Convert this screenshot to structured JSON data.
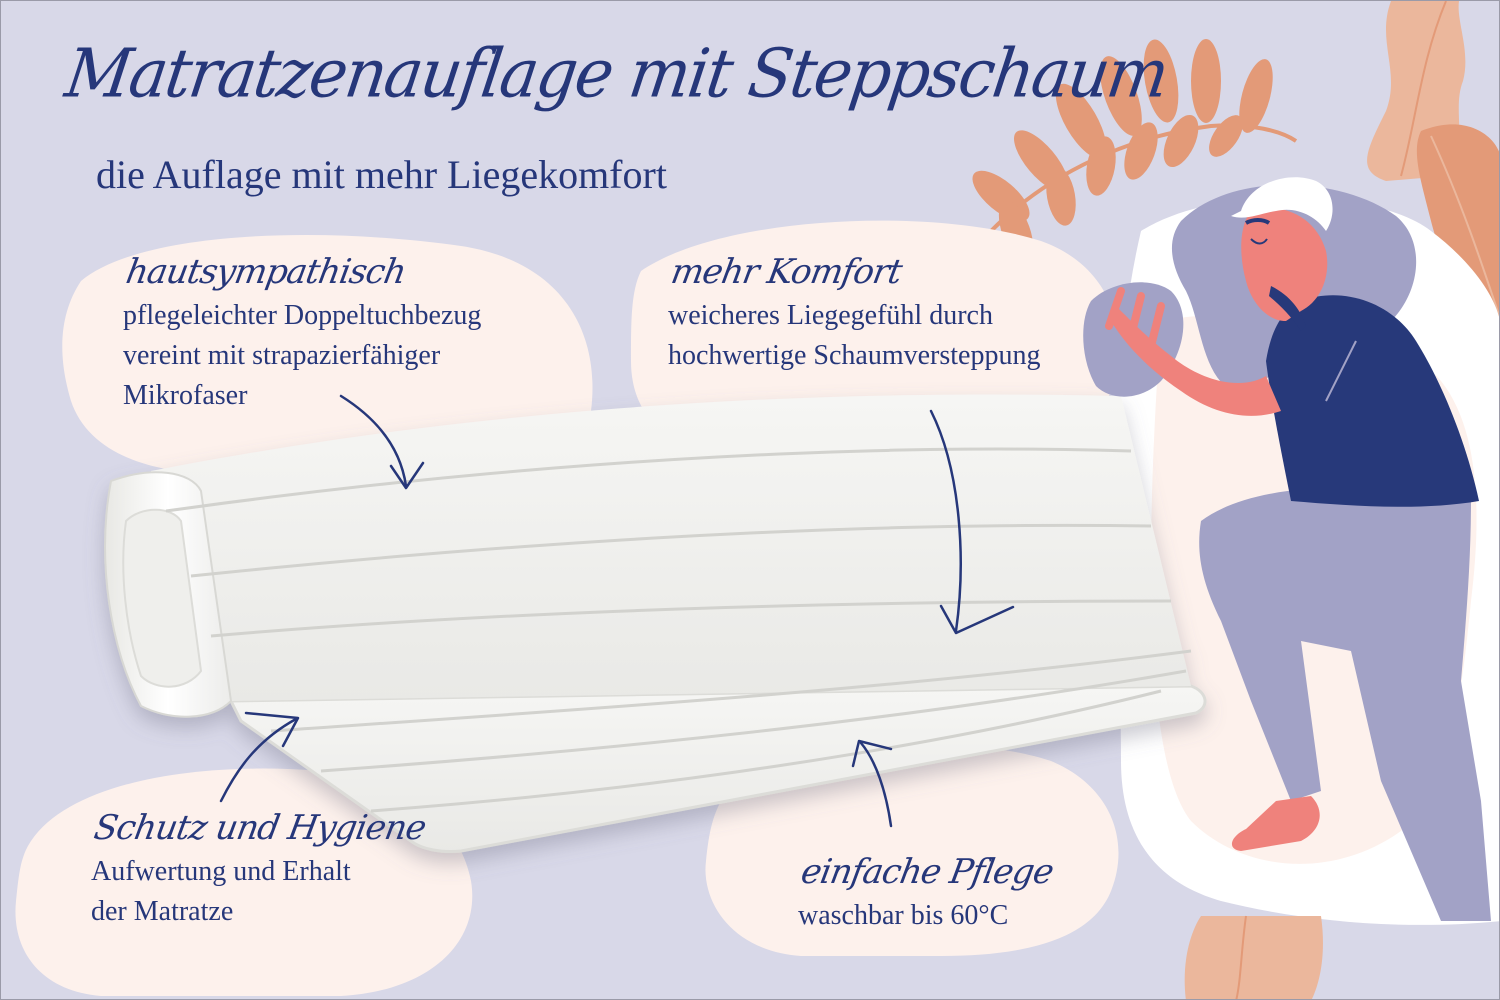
{
  "header": {
    "title": "Matratzenauflage mit Steppschaum",
    "subtitle": "die Auflage mit mehr Liegekomfort"
  },
  "callouts": [
    {
      "id": "hautsympathisch",
      "heading": "hautsympathisch",
      "lines": [
        "pflegeleichter Doppeltuchbezug",
        "vereint mit strapazierfähiger",
        "Mikrofaser"
      ]
    },
    {
      "id": "mehr-komfort",
      "heading": "mehr Komfort",
      "lines": [
        "weicheres Liegegefühl durch",
        "hochwertige Schaumversteppung"
      ]
    },
    {
      "id": "schutz-hygiene",
      "heading": "Schutz und Hygiene",
      "lines": [
        "Aufwertung und Erhalt",
        "der Matratze"
      ]
    },
    {
      "id": "einfache-pflege",
      "heading": "einfache Pflege",
      "lines": [
        "waschbar bis 60°C"
      ]
    }
  ],
  "illustration": {
    "product": "rolled quilted foam mattress topper",
    "figure": "sleeping man hugging pillow",
    "decor": [
      "leaf-branch",
      "large-leaves"
    ]
  },
  "colors": {
    "background": "#d8d8e8",
    "blob_cream": "#fdf1ec",
    "navy_text": "#26377a",
    "shirt_navy": "#27397a",
    "pants_lavender": "#a2a2c6",
    "skin_coral": "#ef827c",
    "leaf_orange": "#e39a78",
    "leaf_light": "#ebb79c",
    "mattress_white": "#f4f4f2"
  }
}
